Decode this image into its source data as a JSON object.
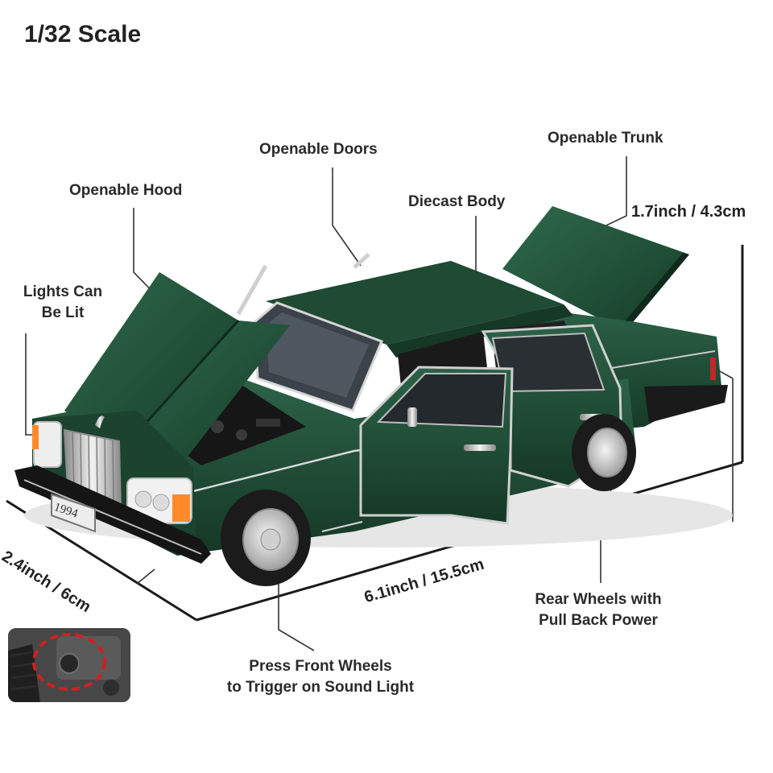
{
  "header": {
    "scale_label": "1/32 Scale"
  },
  "labels": {
    "openable_hood": "Openable Hood",
    "openable_doors": "Openable Doors",
    "openable_trunk": "Openable Trunk",
    "diecast_body": "Diecast Body",
    "lights_line1": "Lights Can",
    "lights_line2": "Be Lit",
    "rear_wheels_line1": "Rear Wheels with",
    "rear_wheels_line2": "Pull Back Power",
    "front_wheels_line1": "Press Front Wheels",
    "front_wheels_line2": "to Trigger on Sound Light"
  },
  "dimensions": {
    "height": "1.7inch / 4.3cm",
    "width": "2.4inch / 6cm",
    "length": "6.1inch / 15.5cm"
  },
  "product": {
    "license_plate": "1994",
    "body_color": "#1f4a34",
    "accent_color": "#c62020"
  }
}
